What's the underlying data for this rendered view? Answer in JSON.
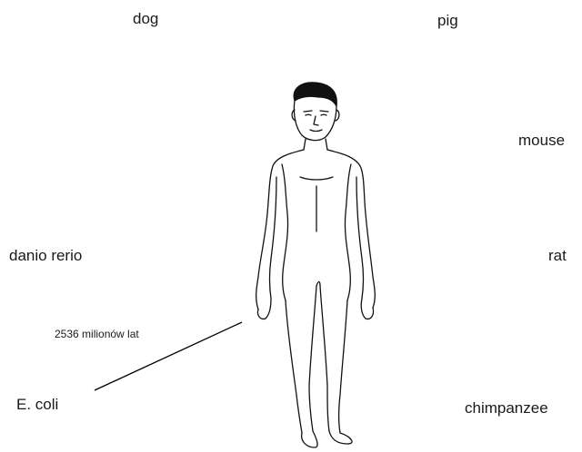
{
  "organisms": {
    "dog": "dog",
    "pig": "pig",
    "mouse": "mouse",
    "danio_rerio": "danio rerio",
    "rat": "rat",
    "e_coli": "E. coli",
    "chimpanzee": "chimpanzee"
  },
  "divergence_label": "2536 milionów lat",
  "center_figure": "human-figure",
  "colors": {
    "text": "#1a1a1a",
    "line": "#000000",
    "background": "#ffffff"
  }
}
